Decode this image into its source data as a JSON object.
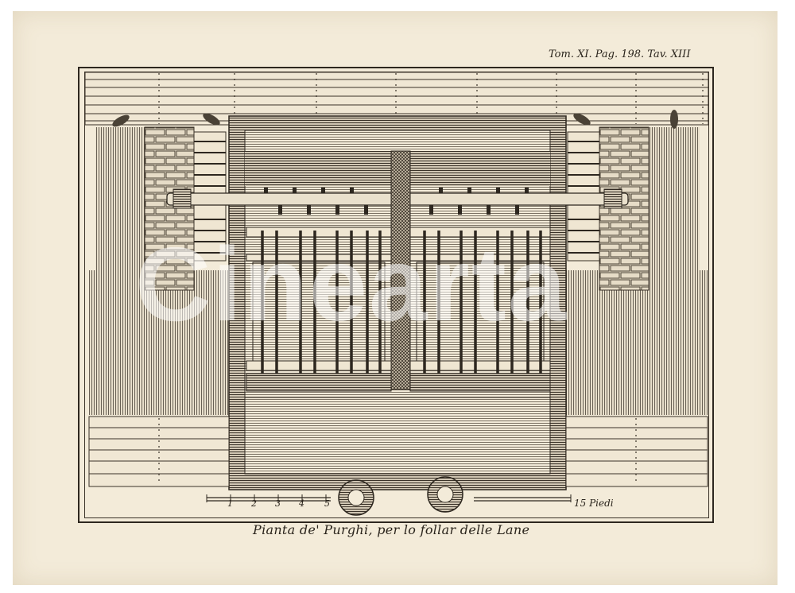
{
  "plate": {
    "reference": "Tom. XI. Pag. 198. Tav. XIII",
    "caption": "Pianta de' Purghi, per lo follar delle Lane",
    "scale": {
      "numbers": [
        "1",
        "2",
        "3",
        "4",
        "5",
        "15"
      ],
      "unit_label": "Piedi"
    },
    "watermark_text": "Cinearta"
  },
  "colors": {
    "paper": "#f3ebd9",
    "ink": "#2d271f",
    "hatch_light": "#8c8070",
    "hatch_dark": "#3a3228"
  }
}
